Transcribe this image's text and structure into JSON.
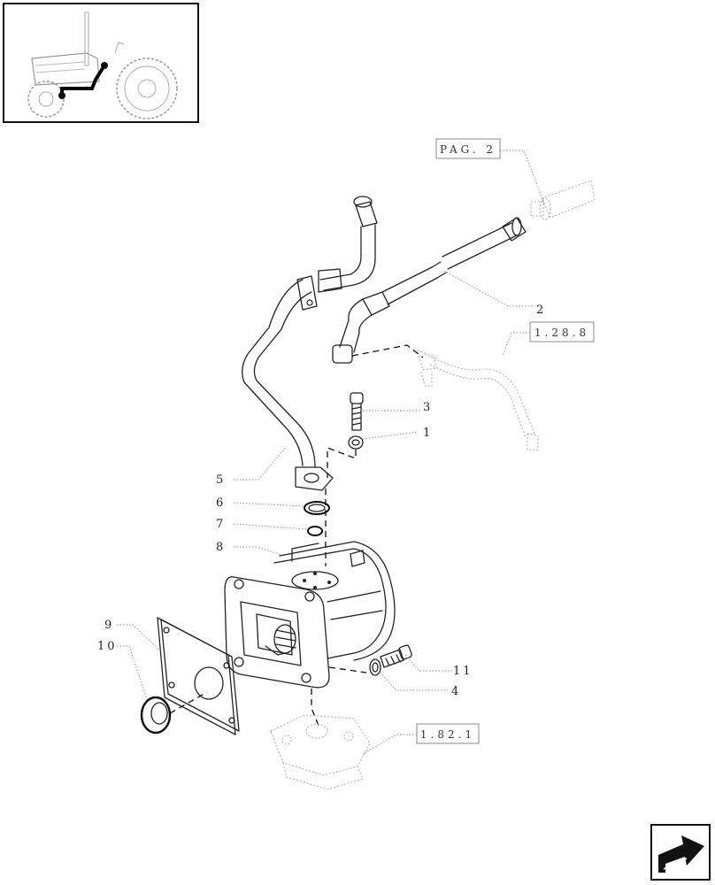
{
  "callouts": {
    "c1": "1",
    "c2": "2",
    "c3": "3",
    "c4": "4",
    "c5": "5",
    "c6": "6",
    "c7": "7",
    "c8": "8",
    "c9": "9",
    "c10": "10",
    "c11": "11"
  },
  "refs": {
    "pag2": "PAG. 2",
    "r1288": "1.28.8",
    "r1821": "1.82.1"
  },
  "icons": {
    "thumbnail": "tractor-location-icon",
    "nav": "next-page-arrow-icon"
  }
}
